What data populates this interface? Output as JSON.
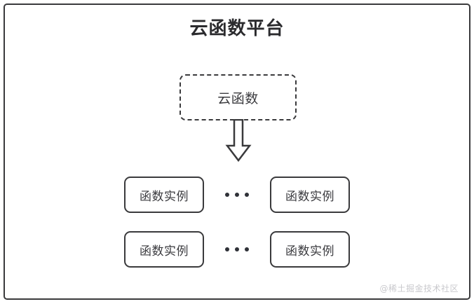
{
  "diagram": {
    "title": "云函数平台",
    "watermark": "@稀土掘金技术社区",
    "colors": {
      "stroke": "#3a3a3c",
      "text": "#3b3b3f",
      "title_text": "#2b2b2e",
      "background": "#ffffff",
      "watermark_text": "#c9c9cd",
      "dot": "#2f3138"
    },
    "cloud_function": {
      "label": "云函数",
      "border_style": "dashed"
    },
    "arrow": {
      "icon": "down-block-arrow-icon",
      "direction": "down",
      "style": "hollow-outline"
    },
    "instance_rows": [
      {
        "left_label": "函数实例",
        "ellipsis": "• • •",
        "right_label": "函数实例"
      },
      {
        "left_label": "函数实例",
        "ellipsis": "• • •",
        "right_label": "函数实例"
      }
    ]
  }
}
